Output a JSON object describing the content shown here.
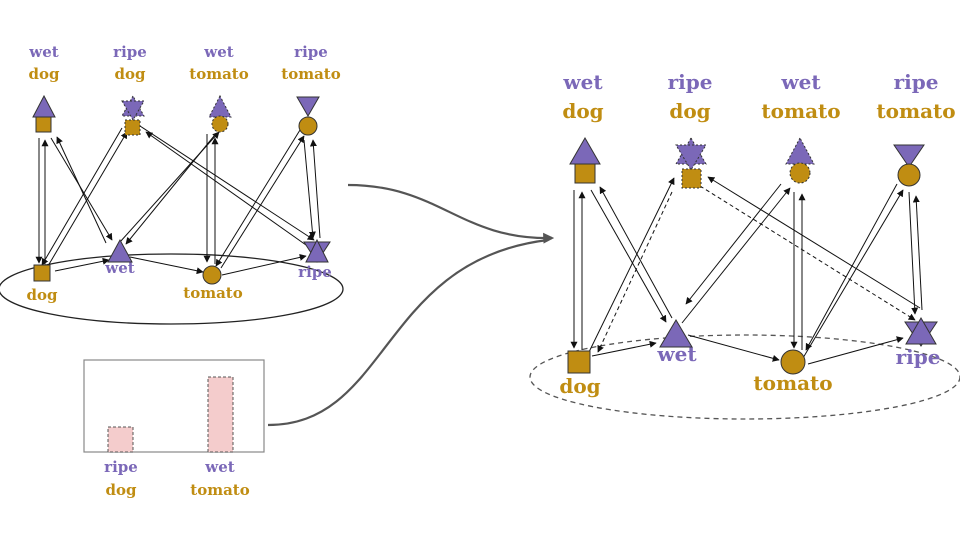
{
  "colors": {
    "purple": "#7b68b8",
    "gold": "#c08d12",
    "pink": "#f4cccc",
    "arrow": "#555555"
  },
  "left_graph": {
    "top_labels": [
      {
        "adj": "wet",
        "noun": "dog"
      },
      {
        "adj": "ripe",
        "noun": "dog"
      },
      {
        "adj": "wet",
        "noun": "tomato"
      },
      {
        "adj": "ripe",
        "noun": "tomato"
      }
    ],
    "bottom_labels": {
      "dog": "dog",
      "wet": "wet",
      "tomato": "tomato",
      "ripe": "ripe"
    }
  },
  "bar_chart": {
    "categories": [
      {
        "adj": "ripe",
        "noun": "dog"
      },
      {
        "adj": "wet",
        "noun": "tomato"
      }
    ],
    "values": [
      1,
      3
    ]
  },
  "right_graph": {
    "top_labels": [
      {
        "adj": "wet",
        "noun": "dog"
      },
      {
        "adj": "ripe",
        "noun": "dog"
      },
      {
        "adj": "wet",
        "noun": "tomato"
      },
      {
        "adj": "ripe",
        "noun": "tomato"
      }
    ],
    "bottom_labels": {
      "dog": "dog",
      "wet": "wet",
      "tomato": "tomato",
      "ripe": "ripe"
    }
  }
}
